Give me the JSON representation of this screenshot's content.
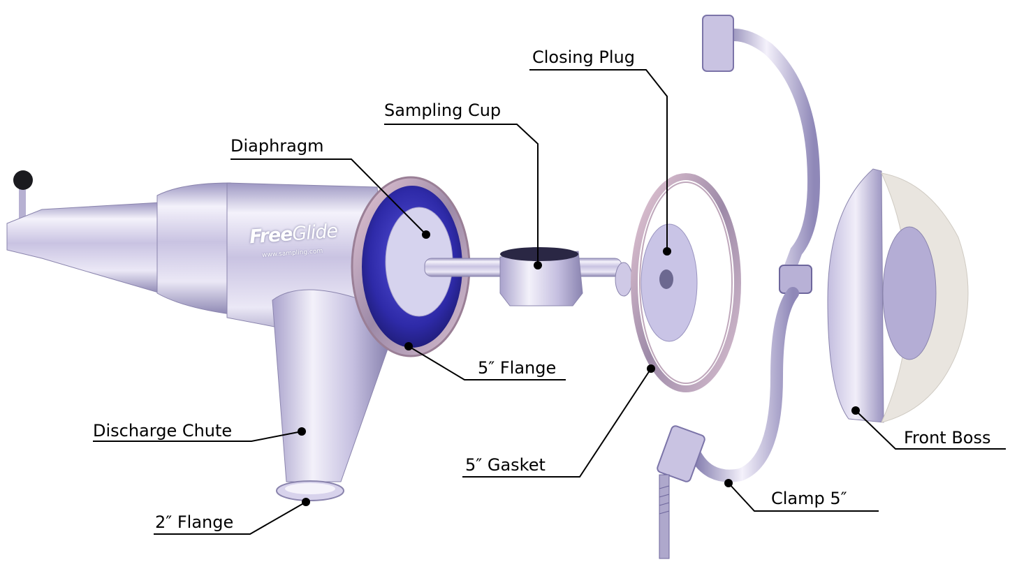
{
  "brand": {
    "name_bold": "Free",
    "name_regular": "Glide",
    "url": "www.sampling.com"
  },
  "labels": {
    "closing_plug": "Closing Plug",
    "sampling_cup": "Sampling Cup",
    "diaphragm": "Diaphragm",
    "flange_5": "5″ Flange",
    "discharge_chute": "Discharge Chute",
    "gasket_5": "5″ Gasket",
    "flange_2": "2″ Flange",
    "front_boss": "Front Boss",
    "clamp_5": "Clamp 5″"
  },
  "colors": {
    "metal_light": "#e8e4f4",
    "metal_mid": "#b9b2d6",
    "metal_dark": "#6c6890",
    "diaphragm_blue": "#3a36c8",
    "front_boss_face": "#e9e5df",
    "leader_line": "#000000"
  }
}
